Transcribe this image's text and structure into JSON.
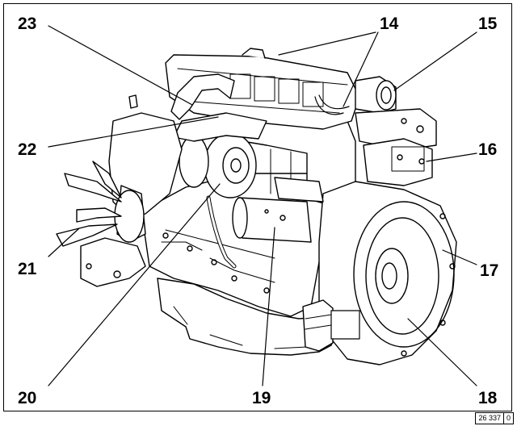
{
  "callouts": {
    "c14": "14",
    "c15": "15",
    "c16": "16",
    "c17": "17",
    "c18": "18",
    "c19": "19",
    "c20": "20",
    "c21": "21",
    "c22": "22",
    "c23": "23"
  },
  "figure_ref": {
    "number": "26 337",
    "revision": "0"
  }
}
